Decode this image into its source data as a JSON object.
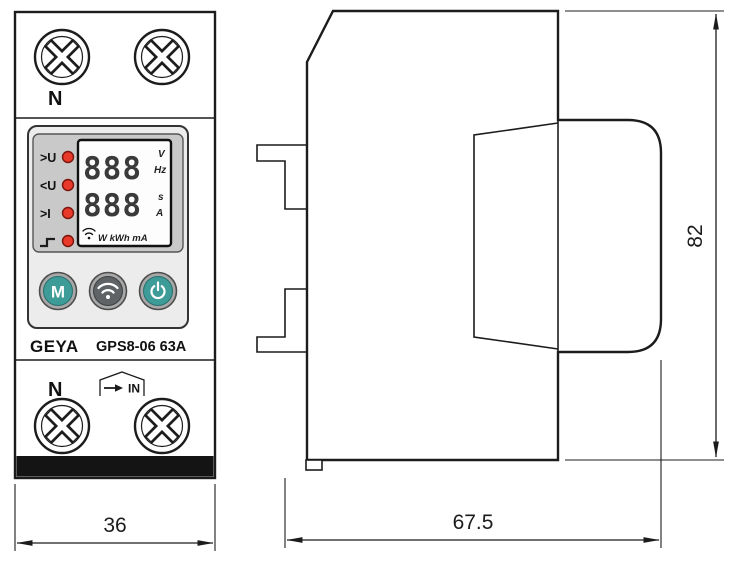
{
  "front_view": {
    "terminal_top_label": "N",
    "terminal_bottom_label": "N",
    "in_label": "IN",
    "led_labels": {
      "over_voltage": ">U",
      "under_voltage": "<U",
      "over_current": ">I"
    },
    "display": {
      "row1": "888",
      "row2": "888",
      "unit_v": "V",
      "unit_hz": "Hz",
      "unit_s": "s",
      "unit_a": "A",
      "units_bottom": "W kWh mA"
    },
    "buttons": {
      "mode_label": "M"
    },
    "brand": "GEYA",
    "model": "GPS8-06 63A"
  },
  "dimensions": {
    "front_width_mm": "36",
    "side_depth_mm": "67.5",
    "side_height_mm": "82"
  },
  "icons": {
    "wifi_button": "wifi-icon",
    "set_button": "power-icon",
    "surge_indicator": "surge-icon",
    "wifi_display": "wifi-signal-icon",
    "in_arrow": "arrow-in-icon"
  },
  "colors": {
    "line": "#1c1c1c",
    "teal_button": "#3d9b98",
    "dark_button": "#5f6365",
    "led_red": "#e8392b",
    "panel_gray": "#c9c9c9",
    "band_black": "#141414"
  }
}
